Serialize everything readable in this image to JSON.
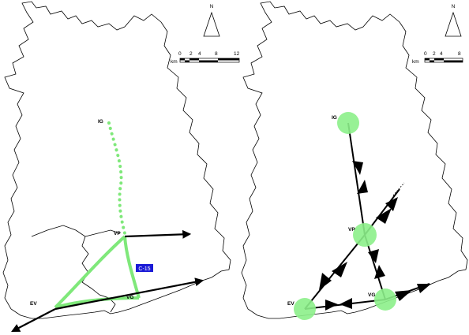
{
  "colors": {
    "link_green": "#7fe87a",
    "node_green": "#8cf08a",
    "arrow": "#000000",
    "boundary": "#000000",
    "tag_bg": "#1a1ad6",
    "tag_text": "#ffffff"
  },
  "north": {
    "label": "N"
  },
  "left_map": {
    "nodes": {
      "ig": "IG",
      "vp": "VP",
      "ev": "EV",
      "vg": "VG"
    },
    "tag": "C-15",
    "scale": {
      "unit": "km",
      "ticks": [
        "0",
        "2",
        "4",
        "8",
        "12"
      ]
    }
  },
  "right_map": {
    "nodes": {
      "ig": "IG",
      "vp": "VP",
      "ev": "EV",
      "vg": "VG"
    },
    "scale": {
      "unit": "km",
      "ticks": [
        "0",
        "2",
        "4",
        "8"
      ]
    }
  }
}
